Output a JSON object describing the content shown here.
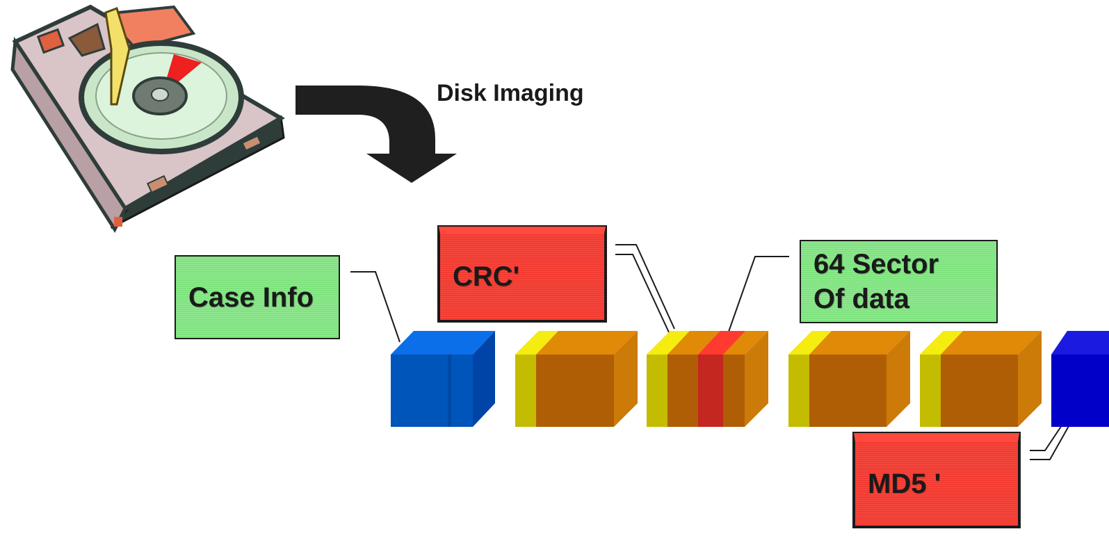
{
  "title": "Disk Imaging",
  "boxes": {
    "case_info": "Case Info",
    "crc": "CRC'",
    "sector_line1": "64 Sector",
    "sector_line2": "Of data",
    "md5": "MD5 '"
  },
  "colors": {
    "case_info_block": "#0055bb",
    "md5_block": "#0000cc",
    "data_block": "#b86a0a",
    "block_header": "#d4c400",
    "crc_marker": "#e0302a",
    "green_box": "#7ee37e",
    "red_box": "#f23a30"
  },
  "icons": [
    "hard-drive-icon",
    "curved-arrow-icon"
  ]
}
